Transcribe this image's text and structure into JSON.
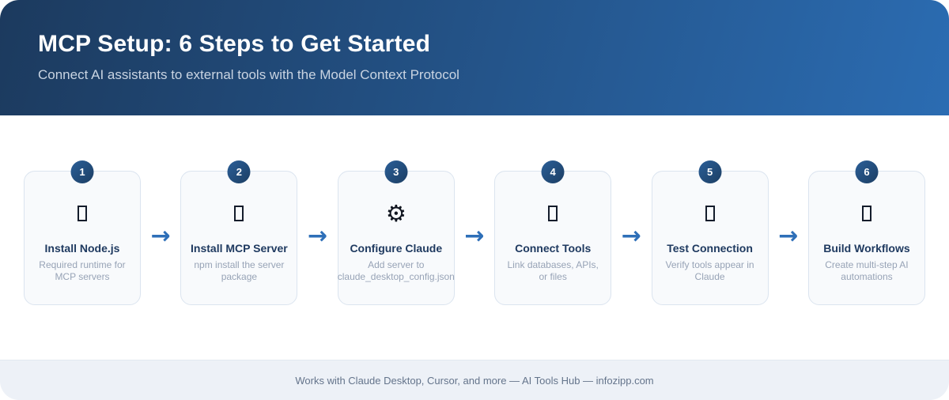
{
  "header": {
    "title": "MCP Setup: 6 Steps to Get Started",
    "subtitle": "Connect AI assistants to external tools with the Model Context Protocol",
    "gradient_from": "#1c3a5e",
    "gradient_to": "#2b6cb2"
  },
  "steps": [
    {
      "number": "1",
      "icon": "missing-glyph-icon",
      "title": "Install Node.js",
      "description": "Required runtime for MCP servers"
    },
    {
      "number": "2",
      "icon": "missing-glyph-icon",
      "title": "Install MCP Server",
      "description": "npm install the server package"
    },
    {
      "number": "3",
      "icon": "gear-icon",
      "icon_glyph": "⚙",
      "title": "Configure Claude",
      "description": "Add server to claude_desktop_config.json"
    },
    {
      "number": "4",
      "icon": "missing-glyph-icon",
      "title": "Connect Tools",
      "description": "Link databases, APIs, or files"
    },
    {
      "number": "5",
      "icon": "missing-glyph-icon",
      "title": "Test Connection",
      "description": "Verify tools appear in Claude"
    },
    {
      "number": "6",
      "icon": "missing-glyph-icon",
      "title": "Build Workflows",
      "description": "Create multi-step AI automations"
    }
  ],
  "arrow": {
    "glyph": "→",
    "color": "#2e6fb8"
  },
  "badge": {
    "gradient_from": "#2b5f98",
    "gradient_to": "#1c3e63"
  },
  "card": {
    "background": "#f8fafc",
    "border": "#dbe4ef",
    "title_color": "#1f3a60",
    "description_color": "#97a3b6"
  },
  "footer": {
    "text": "Works with Claude Desktop, Cursor, and more — AI Tools Hub — infozipp.com",
    "background": "#edf1f7",
    "text_color": "#64748b"
  }
}
